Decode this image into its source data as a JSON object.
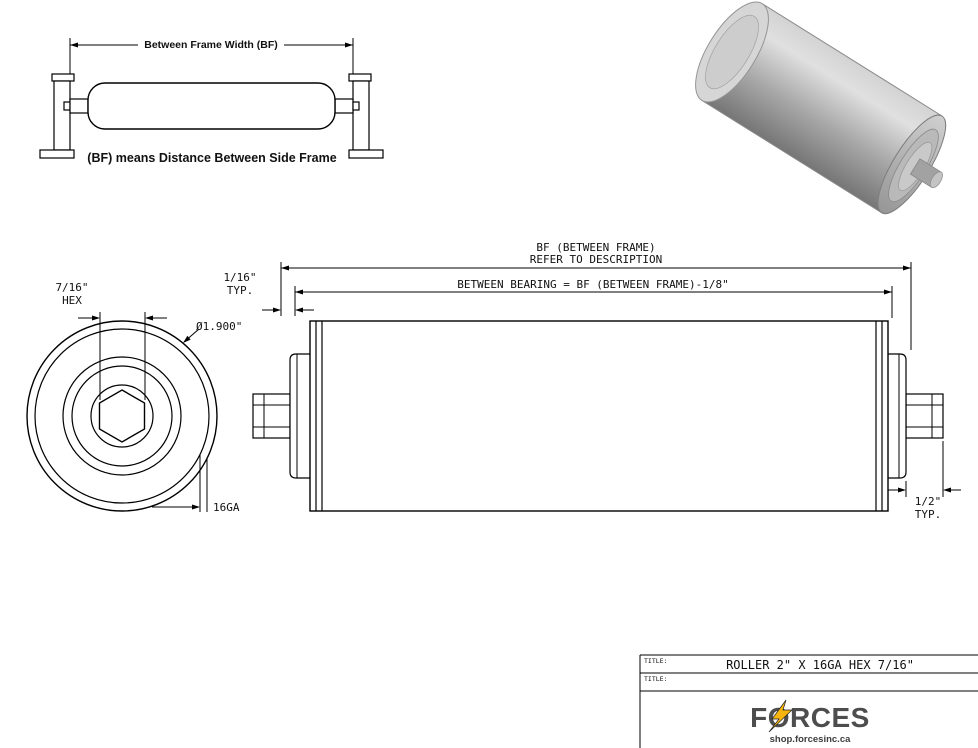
{
  "inset": {
    "dim_label": "Between Frame Width (BF)",
    "caption": "(BF) means Distance Between Side Frame"
  },
  "end_view": {
    "hex_size": "7/16\"",
    "hex_word": "HEX",
    "diameter": "Ø1.900\"",
    "gauge": "16GA"
  },
  "side_view": {
    "bf_line1": "BF (BETWEEN FRAME)",
    "bf_line2": "REFER TO DESCRIPTION",
    "between_bearing": "BETWEEN BEARING = BF (BETWEEN FRAME)-1/8\"",
    "left_typ_value": "1/16\"",
    "left_typ_word": "TYP.",
    "right_typ_value": "1/2\"",
    "right_typ_word": "TYP."
  },
  "title_block": {
    "label1": "TITLE:",
    "label2": "TITLE:",
    "title": "ROLLER 2\" X 16GA HEX 7/16\"",
    "brand": "FORCES",
    "website": "shop.forcesinc.ca"
  },
  "colors": {
    "line": "#000000",
    "brand_text": "#4d4d4d",
    "bolt_yellow": "#f6b40e"
  }
}
